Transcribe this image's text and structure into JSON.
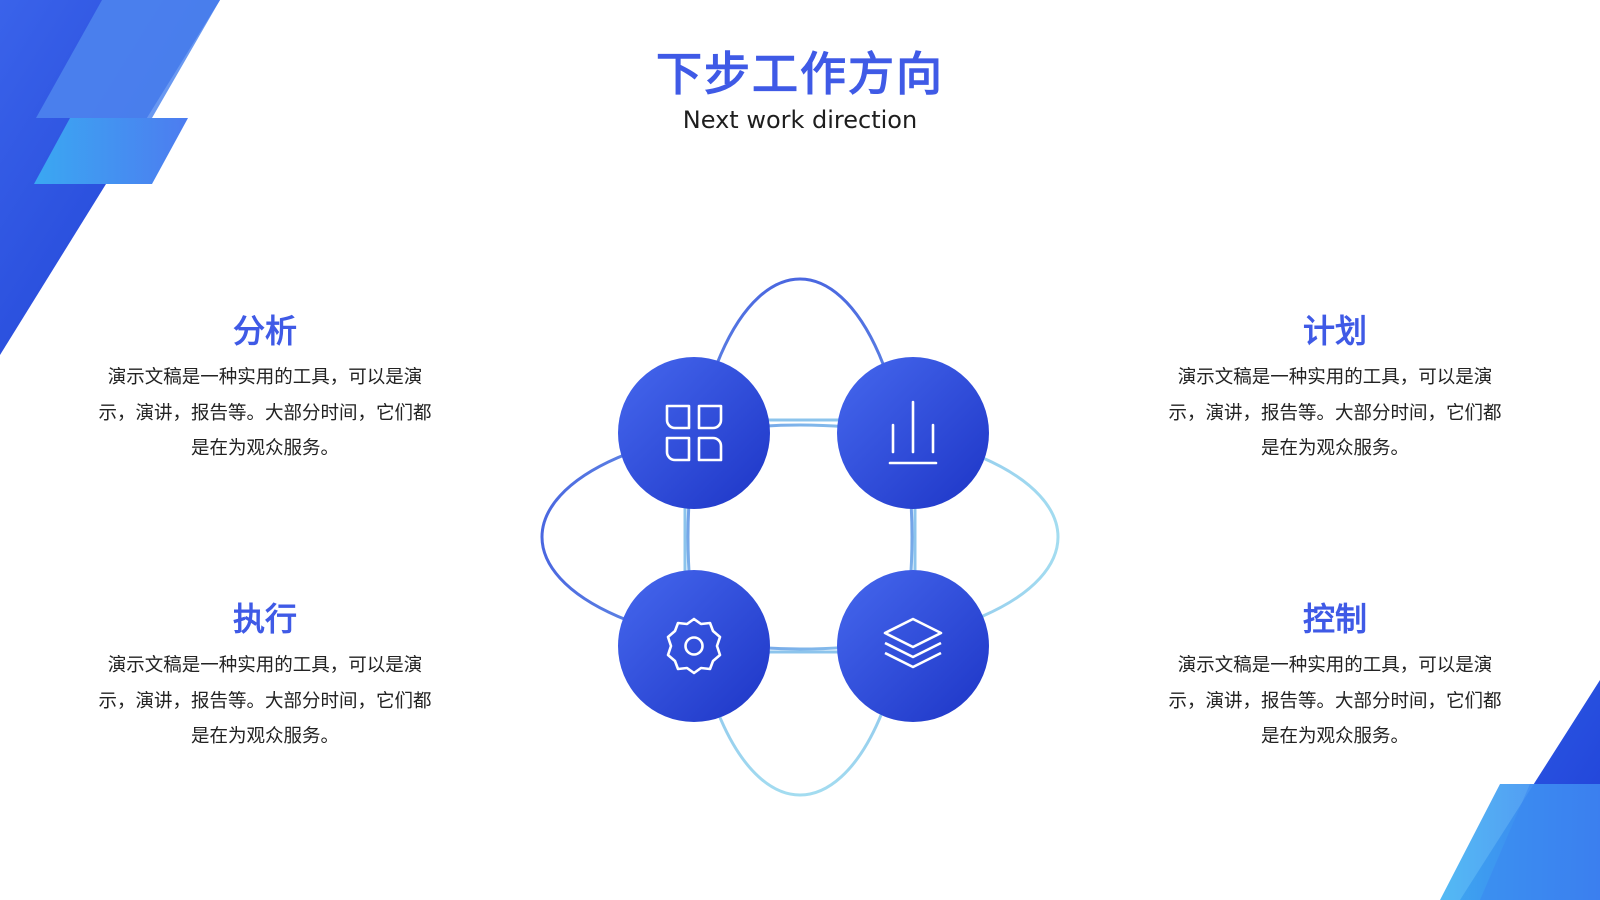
{
  "header": {
    "title": "下步工作方向",
    "subtitle": "Next work direction"
  },
  "items": [
    {
      "id": "analysis",
      "title": "分析",
      "description": "演示文稿是一种实用的工具，可以是演示，演讲，报告等。大部分时间，它们都是在为观众服务。",
      "icon": "grid-icon"
    },
    {
      "id": "plan",
      "title": "计划",
      "description": "演示文稿是一种实用的工具，可以是演示，演讲，报告等。大部分时间，它们都是在为观众服务。",
      "icon": "bar-chart-icon"
    },
    {
      "id": "execute",
      "title": "执行",
      "description": "演示文稿是一种实用的工具，可以是演示，演讲，报告等。大部分时间，它们都是在为观众服务。",
      "icon": "gear-icon"
    },
    {
      "id": "control",
      "title": "控制",
      "description": "演示文稿是一种实用的工具，可以是演示，演讲，报告等。大部分时间，它们都是在为观众服务。",
      "icon": "layers-icon"
    }
  ],
  "colors": {
    "accent": "#3f5ae6",
    "circle_start": "#4668ee",
    "circle_end": "#1d35c6",
    "ring_dark": "#4a67e0",
    "ring_light": "#9fd8ef"
  }
}
